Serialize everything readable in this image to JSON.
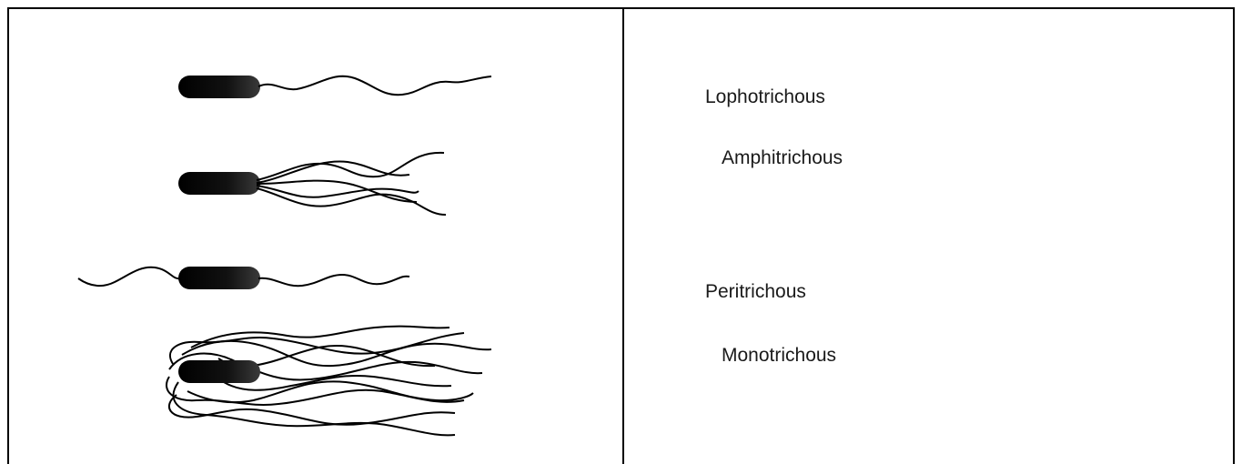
{
  "labels": [
    "Lophotrichous",
    "Amphitrichous",
    "Peritrichous",
    "Monotrichous"
  ],
  "bacteria": [
    {
      "arrangement": "single-polar"
    },
    {
      "arrangement": "polar-tuft"
    },
    {
      "arrangement": "bipolar"
    },
    {
      "arrangement": "surrounding"
    }
  ]
}
